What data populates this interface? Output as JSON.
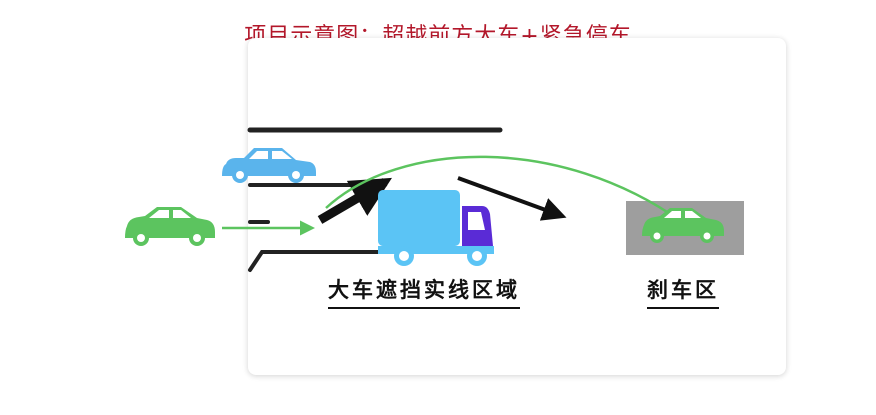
{
  "title": "项目示意图：超越前方大车+紧急停车",
  "labels": {
    "blocked_zone": "大车遮挡实线区域",
    "brake_zone": "刹车区"
  },
  "colors": {
    "title": "#b3172a",
    "green_car": "#5cc45f",
    "blue_car": "#5ab4ec",
    "truck_body": "#5bc4f5",
    "truck_cab": "#5a2bd6",
    "path": "#5cc45f",
    "brake_zone": "#9e9e9e",
    "arrows": "#111111"
  }
}
